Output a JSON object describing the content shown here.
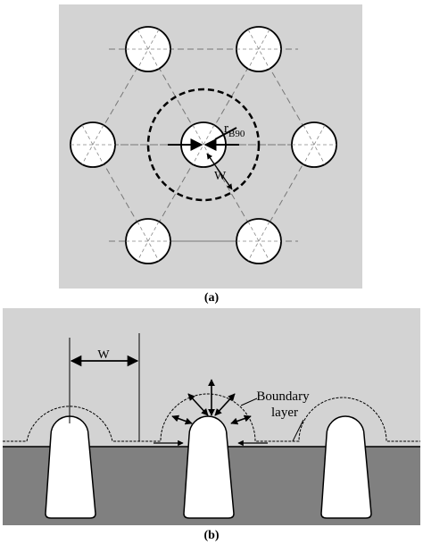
{
  "colors": {
    "panel_gray": "#d3d3d3",
    "dark_gray": "#808080",
    "hole_fill": "#ffffff",
    "line": "#000000",
    "construction_line": "#777777"
  },
  "panel_a": {
    "caption": "(a)",
    "radius_label_main": "r",
    "radius_label_sub": "B90",
    "width_label": "W"
  },
  "panel_b": {
    "caption": "(b)",
    "width_label": "W",
    "boundary_label_line1": "Boundary",
    "boundary_label_line2": "layer"
  }
}
